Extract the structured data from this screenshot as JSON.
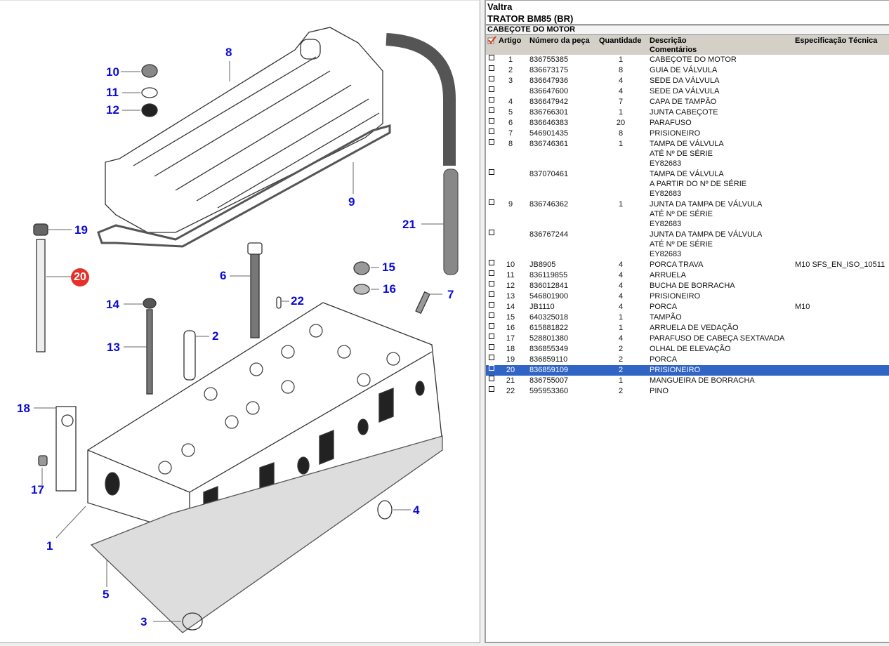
{
  "header": {
    "brand": "Valtra",
    "model": "TRATOR BM85 (BR)",
    "group": "CABEÇOTE DO MOTOR"
  },
  "columns": {
    "select_icon": "check-icon",
    "artigo": "Artigo",
    "numero": "Número da peça",
    "quantidade": "Quantidade",
    "descricao": "Descrição",
    "comentarios": "Comentários",
    "especificacao": "Especificação Técnica"
  },
  "colors": {
    "callout": "#0a0ad8",
    "selected_callout": "#e8302a",
    "selected_row": "#3165c5",
    "header_bg": "#d4d0c8"
  },
  "selected_item": "20",
  "rows": [
    {
      "artigo": "1",
      "numero": "836755385",
      "qtd": "1",
      "desc": [
        "CABEÇOTE DO MOTOR"
      ],
      "spec": ""
    },
    {
      "artigo": "2",
      "numero": "836673175",
      "qtd": "8",
      "desc": [
        "GUIA DE VÁLVULA"
      ],
      "spec": ""
    },
    {
      "artigo": "3",
      "numero": "836647936",
      "qtd": "4",
      "desc": [
        "SEDE DA VÁLVULA"
      ],
      "spec": ""
    },
    {
      "artigo": "",
      "numero": "836647600",
      "qtd": "4",
      "desc": [
        "SEDE DA VÁLVULA"
      ],
      "spec": ""
    },
    {
      "artigo": "4",
      "numero": "836647942",
      "qtd": "7",
      "desc": [
        "CAPA DE TAMPÃO"
      ],
      "spec": ""
    },
    {
      "artigo": "5",
      "numero": "836766301",
      "qtd": "1",
      "desc": [
        "JUNTA CABEÇOTE"
      ],
      "spec": ""
    },
    {
      "artigo": "6",
      "numero": "836646383",
      "qtd": "20",
      "desc": [
        "PARAFUSO"
      ],
      "spec": ""
    },
    {
      "artigo": "7",
      "numero": "546901435",
      "qtd": "8",
      "desc": [
        "PRISIONEIRO"
      ],
      "spec": ""
    },
    {
      "artigo": "8",
      "numero": "836746361",
      "qtd": "1",
      "desc": [
        "TAMPA DE VÁLVULA",
        "ATÉ Nº DE SÉRIE",
        "EY82683"
      ],
      "spec": ""
    },
    {
      "artigo": "",
      "numero": "837070461",
      "qtd": "",
      "desc": [
        "TAMPA DE VÁLVULA",
        "A PARTIR DO Nº DE SÉRIE",
        "EY82683"
      ],
      "spec": ""
    },
    {
      "artigo": "9",
      "numero": "836746362",
      "qtd": "1",
      "desc": [
        "JUNTA DA TAMPA DE VÁLVULA",
        "ATÉ Nº DE SÉRIE",
        "EY82683"
      ],
      "spec": ""
    },
    {
      "artigo": "",
      "numero": "836767244",
      "qtd": "",
      "desc": [
        "JUNTA DA TAMPA DE VÁLVULA",
        "ATÉ Nº DE SÉRIE",
        "EY82683"
      ],
      "spec": ""
    },
    {
      "artigo": "10",
      "numero": "JB8905",
      "qtd": "4",
      "desc": [
        "PORCA TRAVA"
      ],
      "spec": "M10 SFS_EN_ISO_10511"
    },
    {
      "artigo": "11",
      "numero": "836119855",
      "qtd": "4",
      "desc": [
        "ARRUELA"
      ],
      "spec": ""
    },
    {
      "artigo": "12",
      "numero": "836012841",
      "qtd": "4",
      "desc": [
        "BUCHA DE BORRACHA"
      ],
      "spec": ""
    },
    {
      "artigo": "13",
      "numero": "546801900",
      "qtd": "4",
      "desc": [
        "PRISIONEIRO"
      ],
      "spec": ""
    },
    {
      "artigo": "14",
      "numero": "JB1110",
      "qtd": "4",
      "desc": [
        "PORCA"
      ],
      "spec": "M10"
    },
    {
      "artigo": "15",
      "numero": "640325018",
      "qtd": "1",
      "desc": [
        "TAMPÃO"
      ],
      "spec": ""
    },
    {
      "artigo": "16",
      "numero": "615881822",
      "qtd": "1",
      "desc": [
        "ARRUELA DE VEDAÇÃO"
      ],
      "spec": ""
    },
    {
      "artigo": "17",
      "numero": "528801380",
      "qtd": "4",
      "desc": [
        "PARAFUSO DE CABEÇA SEXTAVADA"
      ],
      "spec": ""
    },
    {
      "artigo": "18",
      "numero": "836855349",
      "qtd": "2",
      "desc": [
        "OLHAL DE ELEVAÇÃO"
      ],
      "spec": ""
    },
    {
      "artigo": "19",
      "numero": "836859110",
      "qtd": "2",
      "desc": [
        "PORCA"
      ],
      "spec": ""
    },
    {
      "artigo": "20",
      "numero": "836859109",
      "qtd": "2",
      "desc": [
        "PRISIONEIRO"
      ],
      "spec": ""
    },
    {
      "artigo": "21",
      "numero": "836755007",
      "qtd": "1",
      "desc": [
        "MANGUEIRA DE BORRACHA"
      ],
      "spec": ""
    },
    {
      "artigo": "22",
      "numero": "595953360",
      "qtd": "2",
      "desc": [
        "PINO"
      ],
      "spec": ""
    }
  ],
  "diagram": {
    "callouts": [
      "1",
      "2",
      "3",
      "4",
      "5",
      "6",
      "7",
      "8",
      "9",
      "10",
      "11",
      "12",
      "13",
      "14",
      "15",
      "16",
      "17",
      "18",
      "19",
      "20",
      "21",
      "22"
    ]
  }
}
